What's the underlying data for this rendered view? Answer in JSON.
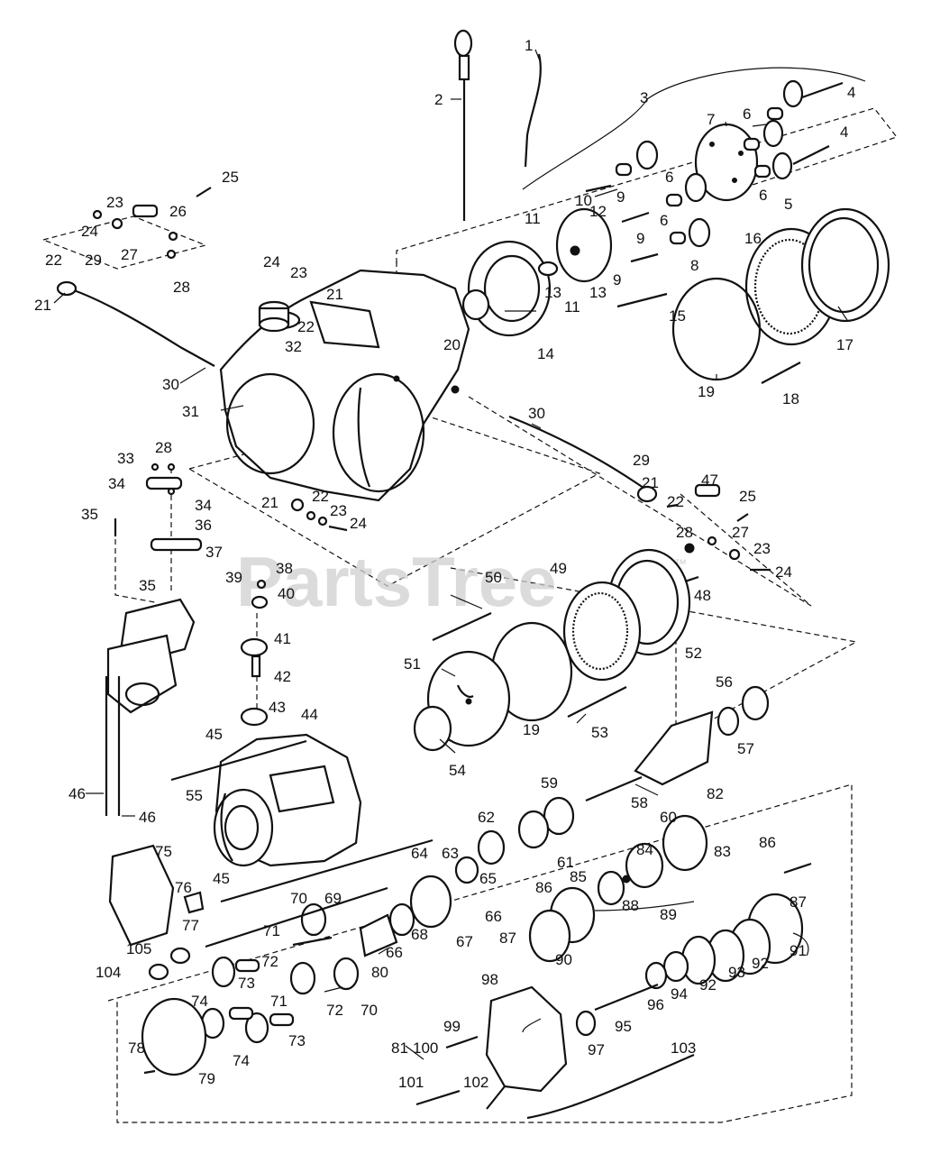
{
  "watermark": {
    "text": "PartsTree",
    "trademark": "™"
  },
  "labels": [
    {
      "id": "l1",
      "text": "1"
    },
    {
      "id": "l2",
      "text": "2"
    },
    {
      "id": "l3",
      "text": "3"
    },
    {
      "id": "l4a",
      "text": "4"
    },
    {
      "id": "l4b",
      "text": "4"
    },
    {
      "id": "l5",
      "text": "5"
    },
    {
      "id": "l6a",
      "text": "6"
    },
    {
      "id": "l6b",
      "text": "6"
    },
    {
      "id": "l6c",
      "text": "6"
    },
    {
      "id": "l6d",
      "text": "6"
    },
    {
      "id": "l7",
      "text": "7"
    },
    {
      "id": "l8",
      "text": "8"
    },
    {
      "id": "l9a",
      "text": "9"
    },
    {
      "id": "l9b",
      "text": "9"
    },
    {
      "id": "l9c",
      "text": "9"
    },
    {
      "id": "l10",
      "text": "10"
    },
    {
      "id": "l11a",
      "text": "11"
    },
    {
      "id": "l11b",
      "text": "11"
    },
    {
      "id": "l12",
      "text": "12"
    },
    {
      "id": "l13a",
      "text": "13"
    },
    {
      "id": "l13b",
      "text": "13"
    },
    {
      "id": "l14",
      "text": "14"
    },
    {
      "id": "l15",
      "text": "15"
    },
    {
      "id": "l16",
      "text": "16"
    },
    {
      "id": "l17",
      "text": "17"
    },
    {
      "id": "l18",
      "text": "18"
    },
    {
      "id": "l19a",
      "text": "19"
    },
    {
      "id": "l19b",
      "text": "19"
    },
    {
      "id": "l20",
      "text": "20"
    },
    {
      "id": "l21a",
      "text": "21"
    },
    {
      "id": "l21b",
      "text": "21"
    },
    {
      "id": "l21c",
      "text": "21"
    },
    {
      "id": "l21d",
      "text": "21"
    },
    {
      "id": "l22a",
      "text": "22"
    },
    {
      "id": "l22b",
      "text": "22"
    },
    {
      "id": "l22c",
      "text": "22"
    },
    {
      "id": "l22d",
      "text": "22"
    },
    {
      "id": "l23a",
      "text": "23"
    },
    {
      "id": "l23b",
      "text": "23"
    },
    {
      "id": "l23c",
      "text": "23"
    },
    {
      "id": "l23d",
      "text": "23"
    },
    {
      "id": "l24a",
      "text": "24"
    },
    {
      "id": "l24b",
      "text": "24"
    },
    {
      "id": "l24c",
      "text": "24"
    },
    {
      "id": "l24d",
      "text": "24"
    },
    {
      "id": "l25a",
      "text": "25"
    },
    {
      "id": "l25b",
      "text": "25"
    },
    {
      "id": "l26",
      "text": "26"
    },
    {
      "id": "l27a",
      "text": "27"
    },
    {
      "id": "l27b",
      "text": "27"
    },
    {
      "id": "l28a",
      "text": "28"
    },
    {
      "id": "l28b",
      "text": "28"
    },
    {
      "id": "l28c",
      "text": "28"
    },
    {
      "id": "l29a",
      "text": "29"
    },
    {
      "id": "l29b",
      "text": "29"
    },
    {
      "id": "l30a",
      "text": "30"
    },
    {
      "id": "l30b",
      "text": "30"
    },
    {
      "id": "l31",
      "text": "31"
    },
    {
      "id": "l32",
      "text": "32"
    },
    {
      "id": "l33",
      "text": "33"
    },
    {
      "id": "l34a",
      "text": "34"
    },
    {
      "id": "l34b",
      "text": "34"
    },
    {
      "id": "l35a",
      "text": "35"
    },
    {
      "id": "l35b",
      "text": "35"
    },
    {
      "id": "l36",
      "text": "36"
    },
    {
      "id": "l37",
      "text": "37"
    },
    {
      "id": "l38",
      "text": "38"
    },
    {
      "id": "l39",
      "text": "39"
    },
    {
      "id": "l40",
      "text": "40"
    },
    {
      "id": "l41",
      "text": "41"
    },
    {
      "id": "l42",
      "text": "42"
    },
    {
      "id": "l43",
      "text": "43"
    },
    {
      "id": "l44",
      "text": "44"
    },
    {
      "id": "l45a",
      "text": "45"
    },
    {
      "id": "l45b",
      "text": "45"
    },
    {
      "id": "l46a",
      "text": "46"
    },
    {
      "id": "l46b",
      "text": "46"
    },
    {
      "id": "l47",
      "text": "47"
    },
    {
      "id": "l48",
      "text": "48"
    },
    {
      "id": "l49",
      "text": "49"
    },
    {
      "id": "l50",
      "text": "50"
    },
    {
      "id": "l51",
      "text": "51"
    },
    {
      "id": "l52",
      "text": "52"
    },
    {
      "id": "l53",
      "text": "53"
    },
    {
      "id": "l54",
      "text": "54"
    },
    {
      "id": "l55",
      "text": "55"
    },
    {
      "id": "l56",
      "text": "56"
    },
    {
      "id": "l57",
      "text": "57"
    },
    {
      "id": "l58",
      "text": "58"
    },
    {
      "id": "l59",
      "text": "59"
    },
    {
      "id": "l60",
      "text": "60"
    },
    {
      "id": "l61",
      "text": "61"
    },
    {
      "id": "l62",
      "text": "62"
    },
    {
      "id": "l63",
      "text": "63"
    },
    {
      "id": "l64",
      "text": "64"
    },
    {
      "id": "l65",
      "text": "65"
    },
    {
      "id": "l66a",
      "text": "66"
    },
    {
      "id": "l66b",
      "text": "66"
    },
    {
      "id": "l67",
      "text": "67"
    },
    {
      "id": "l68",
      "text": "68"
    },
    {
      "id": "l69",
      "text": "69"
    },
    {
      "id": "l70a",
      "text": "70"
    },
    {
      "id": "l70b",
      "text": "70"
    },
    {
      "id": "l71a",
      "text": "71"
    },
    {
      "id": "l71b",
      "text": "71"
    },
    {
      "id": "l72a",
      "text": "72"
    },
    {
      "id": "l72b",
      "text": "72"
    },
    {
      "id": "l73a",
      "text": "73"
    },
    {
      "id": "l73b",
      "text": "73"
    },
    {
      "id": "l74a",
      "text": "74"
    },
    {
      "id": "l74b",
      "text": "74"
    },
    {
      "id": "l75",
      "text": "75"
    },
    {
      "id": "l76",
      "text": "76"
    },
    {
      "id": "l77",
      "text": "77"
    },
    {
      "id": "l78",
      "text": "78"
    },
    {
      "id": "l79",
      "text": "79"
    },
    {
      "id": "l80",
      "text": "80"
    },
    {
      "id": "l81",
      "text": "81"
    },
    {
      "id": "l82",
      "text": "82"
    },
    {
      "id": "l83",
      "text": "83"
    },
    {
      "id": "l84",
      "text": "84"
    },
    {
      "id": "l85",
      "text": "85"
    },
    {
      "id": "l86a",
      "text": "86"
    },
    {
      "id": "l86b",
      "text": "86"
    },
    {
      "id": "l87a",
      "text": "87"
    },
    {
      "id": "l87b",
      "text": "87"
    },
    {
      "id": "l88",
      "text": "88"
    },
    {
      "id": "l89",
      "text": "89"
    },
    {
      "id": "l90",
      "text": "90"
    },
    {
      "id": "l91",
      "text": "91"
    },
    {
      "id": "l92a",
      "text": "92"
    },
    {
      "id": "l92b",
      "text": "92"
    },
    {
      "id": "l93",
      "text": "93"
    },
    {
      "id": "l94",
      "text": "94"
    },
    {
      "id": "l95",
      "text": "95"
    },
    {
      "id": "l96",
      "text": "96"
    },
    {
      "id": "l97",
      "text": "97"
    },
    {
      "id": "l98",
      "text": "98"
    },
    {
      "id": "l99",
      "text": "99"
    },
    {
      "id": "l100",
      "text": "100"
    },
    {
      "id": "l101",
      "text": "101"
    },
    {
      "id": "l102",
      "text": "102"
    },
    {
      "id": "l103",
      "text": "103"
    },
    {
      "id": "l104",
      "text": "104"
    },
    {
      "id": "l105",
      "text": "105"
    }
  ]
}
